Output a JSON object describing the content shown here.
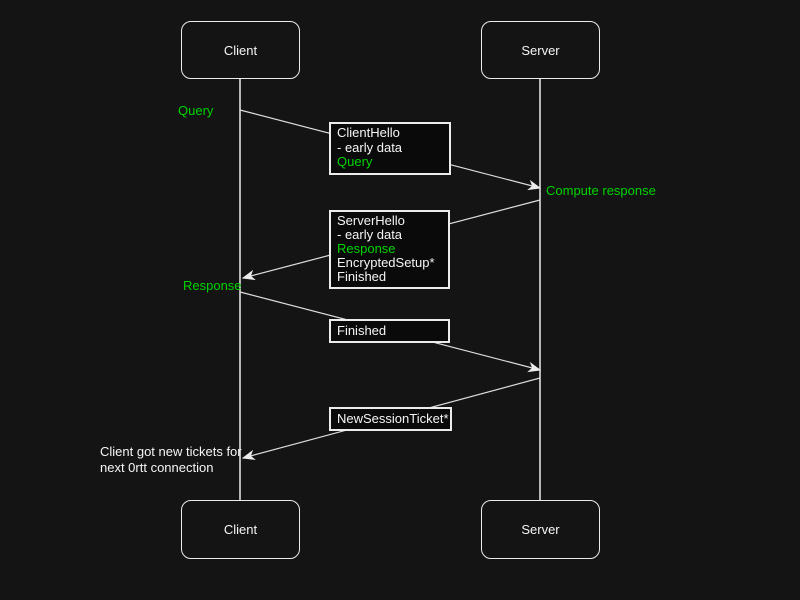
{
  "colors": {
    "background": "#141414",
    "box_fill": "#0a0a0a",
    "stroke_white": "#ececec",
    "text_white": "#f5f5f5",
    "accent_green": "#00d400"
  },
  "actors": {
    "top_left": "Client",
    "top_right": "Server",
    "bottom_left": "Client",
    "bottom_right": "Server"
  },
  "messages": {
    "client_hello": [
      "ClientHello",
      "- early data",
      "Query"
    ],
    "server_hello": [
      "ServerHello",
      "- early data",
      "Response",
      "EncryptedSetup*",
      "Finished"
    ],
    "finished": [
      "Finished"
    ],
    "new_session_ticket": [
      "NewSessionTicket*"
    ]
  },
  "annotations": {
    "query": "Query",
    "compute_response": "Compute response",
    "response": "Response",
    "note": [
      "Client got new tickets for",
      "next 0rtt connection"
    ]
  }
}
